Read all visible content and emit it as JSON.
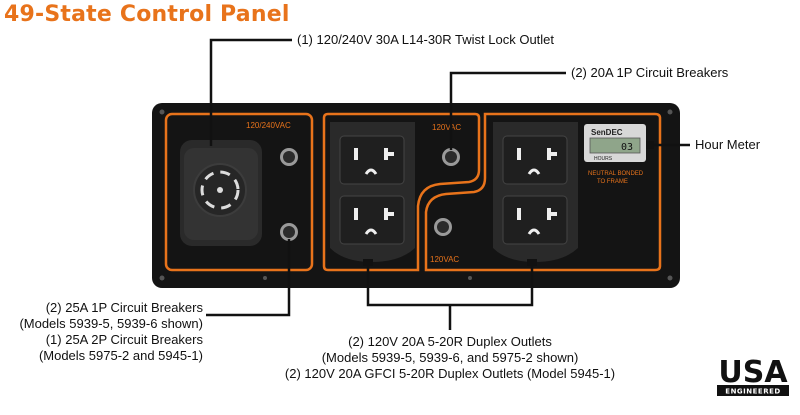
{
  "title": "49-State Control Panel",
  "callouts": {
    "twist_lock": "(1) 120/240V 30A L14-30R Twist Lock Outlet",
    "breakers_1p_20a": "(2) 20A 1P Circuit Breakers",
    "hour_meter": "Hour Meter",
    "breakers_left": [
      "(2) 25A 1P Circuit Breakers",
      "(Models 5939-5, 5939-6 shown)",
      "(1) 25A 2P Circuit Breakers",
      "(Models 5975-2 and 5945-1)"
    ],
    "duplex": [
      "(2) 120V 20A 5-20R Duplex Outlets",
      "(Models 5939-5, 5939-6, and 5975-2 shown)",
      "(2) 120V 20A GFCI 5-20R Duplex Outlets (Model 5945-1)"
    ]
  },
  "panel": {
    "label_240": "120/240VAC",
    "label_120_top": "120VAC",
    "label_120_bottom": "120VAC",
    "meter_brand": "SenDEC",
    "meter_hours": "HOURS",
    "meter_reading": "03",
    "neutral_line1": "NEUTRAL BONDED",
    "neutral_line2": "TO FRAME"
  },
  "badge": {
    "top": "USA",
    "bottom": "ENGINEERED"
  },
  "colors": {
    "brand_orange": "#e8731b",
    "panel": "#141414",
    "outlet": "#2a2a2a"
  }
}
